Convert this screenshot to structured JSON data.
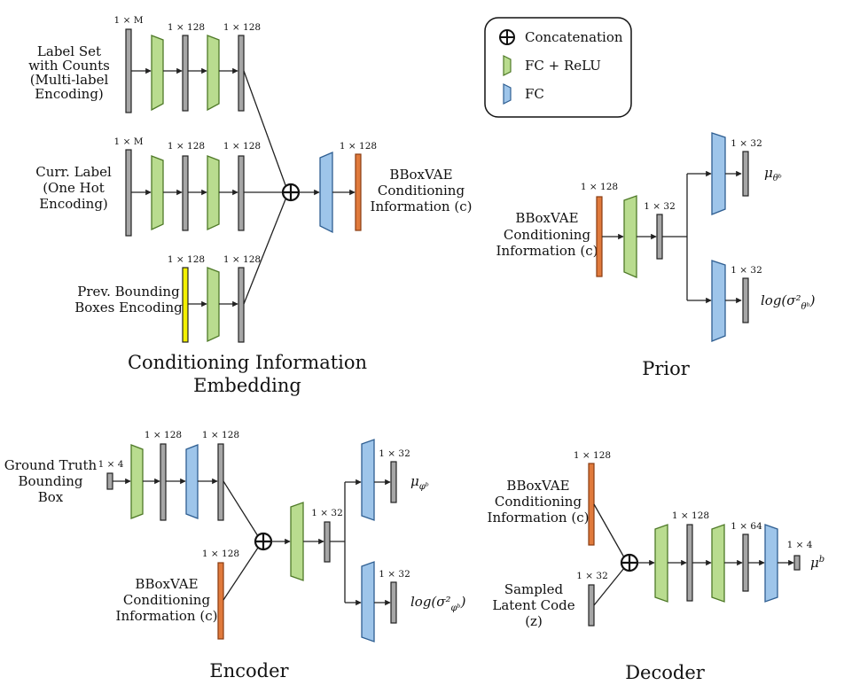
{
  "legend": {
    "concat": "Concatenation",
    "fc_relu": "FC + ReLU",
    "fc": "FC"
  },
  "colors": {
    "gray": "#a6a6a6",
    "green": "#b9dc8f",
    "green_stroke": "#4f7a28",
    "blue": "#9ec5ea",
    "blue_stroke": "#2f5f92",
    "orange": "#e07a3c",
    "orange_stroke": "#8a3c12",
    "yellow": "#f3f000"
  },
  "dims": {
    "one_by_M": "1 × M",
    "one_by_128": "1 × 128",
    "one_by_32": "1 × 32",
    "one_by_4": "1 × 4",
    "one_by_64": "1 × 64"
  },
  "conditioning": {
    "title_line1": "Conditioning Information",
    "title_line2": "Embedding",
    "input1": [
      "Label Set",
      "with Counts",
      "(Multi-label",
      "Encoding)"
    ],
    "input2": [
      "Curr. Label",
      "(One Hot",
      "Encoding)"
    ],
    "input3": [
      "Prev. Bounding",
      "Boxes Encoding"
    ],
    "output": [
      "BBoxVAE",
      "Conditioning",
      "Information (c)"
    ]
  },
  "prior": {
    "title": "Prior",
    "input": [
      "BBoxVAE",
      "Conditioning",
      "Information (c)"
    ],
    "mu": "μ",
    "mu_sub": "θᵇ",
    "logsigma": "log(σ²",
    "logsigma_sub": "θᵇ",
    "close": ")"
  },
  "encoder": {
    "title": "Encoder",
    "input1": [
      "Ground Truth",
      "Bounding",
      "Box"
    ],
    "input2": [
      "BBoxVAE",
      "Conditioning",
      "Information (c)"
    ],
    "mu": "μ",
    "mu_sub": "φᵇ",
    "logsigma": "log(σ²",
    "logsigma_sub": "φᵇ",
    "close": ")"
  },
  "decoder": {
    "title": "Decoder",
    "input1": [
      "BBoxVAE",
      "Conditioning",
      "Information (c)"
    ],
    "input2": [
      "Sampled",
      "Latent Code",
      "(z)"
    ],
    "output": "μ",
    "output_sup": "b"
  }
}
